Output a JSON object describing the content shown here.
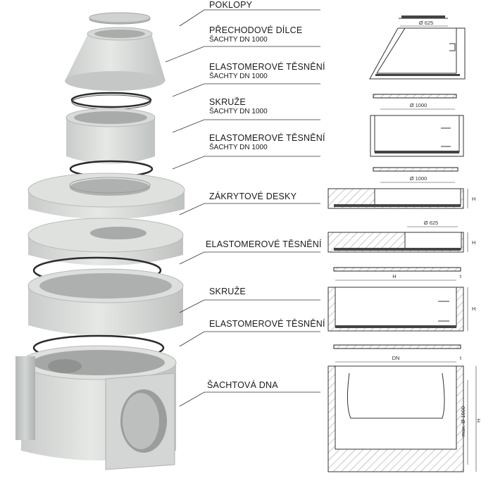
{
  "labels": [
    {
      "main": "POKLOPY",
      "sub": ""
    },
    {
      "main": "PŘECHODOVÉ DÍLCE",
      "sub": "ŠACHTY DN 1000"
    },
    {
      "main": "ELASTOMEROVÉ TĚSNĚNÍ",
      "sub": "ŠACHTY DN 1000"
    },
    {
      "main": "SKRUŽE",
      "sub": "ŠACHTY DN 1000"
    },
    {
      "main": "ELASTOMEROVÉ TĚSNĚNÍ",
      "sub": "ŠACHTY DN 1000"
    },
    {
      "main": "ZÁKRYTOVÉ DESKY",
      "sub": ""
    },
    {
      "main": "ELASTOMEROVÉ TĚSNĚNÍ",
      "sub": ""
    },
    {
      "main": "SKRUŽE",
      "sub": ""
    },
    {
      "main": "ELASTOMEROVÉ TĚSNĚNÍ",
      "sub": ""
    },
    {
      "main": "ŠACHTOVÁ DNA",
      "sub": ""
    }
  ],
  "dimensions": {
    "d625_top": "Ø 625",
    "d1000_ring": "Ø 1000",
    "d1000_slab": "Ø 1000",
    "d625_slab": "Ø 625",
    "h_slab1": "H",
    "h_slab2": "H",
    "h_ring": "H",
    "t_ring": "t",
    "h_ring_top": "H",
    "dn_base": "DN",
    "t_base": "t",
    "pipe_base": "max. Ø 1000",
    "h_base": "H"
  },
  "colors": {
    "concrete": "#d9dbd9",
    "concrete_dark": "#b9bcba",
    "gasket": "#2b2b2b",
    "line": "#333333"
  }
}
